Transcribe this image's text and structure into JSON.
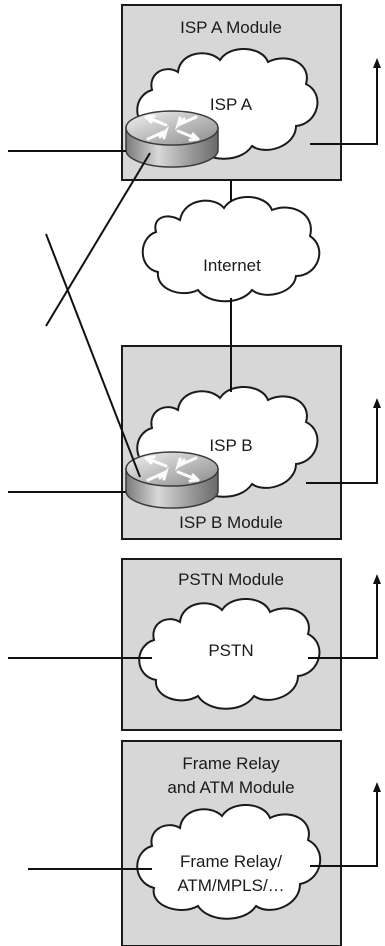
{
  "modules": {
    "isp_a": {
      "title": "ISP A Module",
      "cloud_label": "ISP A"
    },
    "internet": {
      "cloud_label": "Internet"
    },
    "isp_b": {
      "title": "ISP B Module",
      "cloud_label": "ISP B"
    },
    "pstn": {
      "title": "PSTN Module",
      "cloud_label": "PSTN"
    },
    "frame_relay": {
      "title_line1": "Frame Relay",
      "title_line2": "and ATM Module",
      "cloud_line1": "Frame Relay/",
      "cloud_line2": "ATM/MPLS/…"
    }
  },
  "icons": {
    "router": "router-icon",
    "cloud": "cloud-icon",
    "arrow": "arrow-up-icon"
  },
  "colors": {
    "module_fill": "#d7d7d7",
    "cloud_fill": "#ffffff",
    "line": "#111111"
  }
}
